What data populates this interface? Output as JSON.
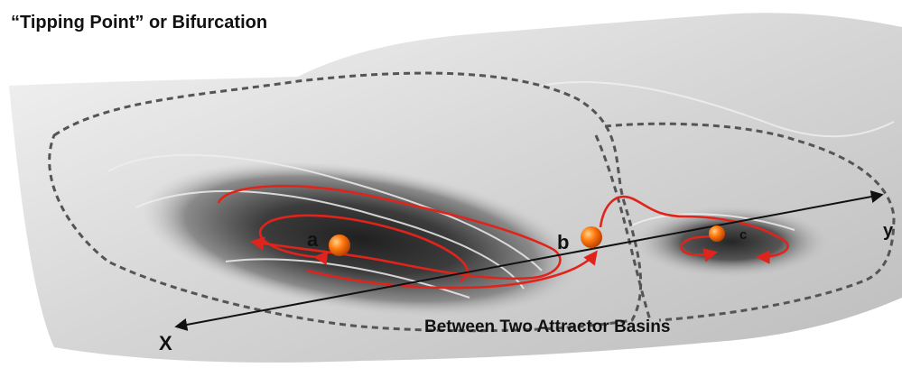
{
  "title": "“Tipping Point” or Bifurcation",
  "subtitle": "Between Two Attractor Basins",
  "axes": {
    "x": "X",
    "y": "y"
  },
  "points": {
    "a": "a",
    "b": "b",
    "c": "c"
  },
  "colors": {
    "trajectory": "#e0241c",
    "ball": "#ff7a10",
    "axis": "#111111",
    "boundary": "#555555"
  }
}
